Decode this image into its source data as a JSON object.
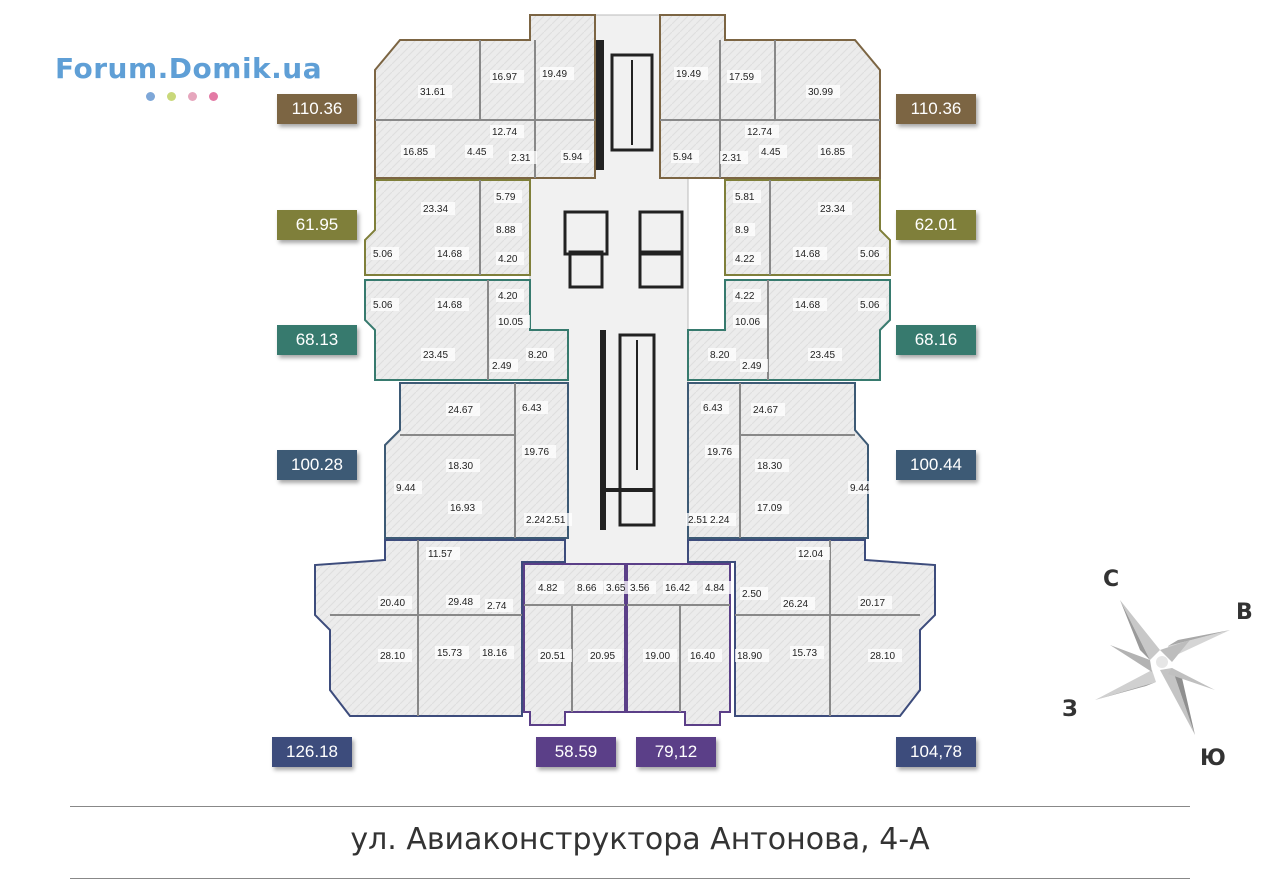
{
  "logo": {
    "text": "Forum.Domik.ua",
    "dots": [
      "#7ea7d8",
      "#c9d87a",
      "#e6a6bd",
      "#e37aa5"
    ]
  },
  "apartment_badges": [
    {
      "label": "110.36",
      "color": "#7c6543"
    },
    {
      "label": "110.36",
      "color": "#7c6543"
    },
    {
      "label": "61.95",
      "color": "#7f7f3a"
    },
    {
      "label": "62.01",
      "color": "#7f7f3a"
    },
    {
      "label": "68.13",
      "color": "#377a6e"
    },
    {
      "label": "68.16",
      "color": "#377a6e"
    },
    {
      "label": "100.28",
      "color": "#3d5a75"
    },
    {
      "label": "100.44",
      "color": "#3d5a75"
    },
    {
      "label": "126.18",
      "color": "#3d4c7c"
    },
    {
      "label": "58.59",
      "color": "#5b3f88"
    },
    {
      "label": "79,12",
      "color": "#5b3f88"
    },
    {
      "label": "104,78",
      "color": "#3d4c7c"
    }
  ],
  "rooms": [
    "31.61",
    "16.97",
    "19.49",
    "19.49",
    "17.59",
    "30.99",
    "12.74",
    "12.74",
    "16.85",
    "4.45",
    "2.31",
    "5.94",
    "5.94",
    "2.31",
    "4.45",
    "16.85",
    "23.34",
    "5.79",
    "5.81",
    "23.34",
    "8.88",
    "8.9",
    "5.06",
    "14.68",
    "4.20",
    "4.22",
    "14.68",
    "5.06",
    "4.20",
    "4.22",
    "5.06",
    "14.68",
    "14.68",
    "5.06",
    "10.05",
    "10.06",
    "23.45",
    "8.20",
    "8.20",
    "2.49",
    "2.49",
    "23.45",
    "24.67",
    "6.43",
    "6.43",
    "24.67",
    "18.30",
    "19.76",
    "19.76",
    "18.30",
    "9.44",
    "9.44",
    "16.93",
    "17.09",
    "2.24",
    "2.51",
    "2.51",
    "2.24",
    "11.57",
    "12.04",
    "20.40",
    "29.48",
    "2.74",
    "4.82",
    "8.66",
    "3.65",
    "3.56",
    "16.42",
    "4.84",
    "2.50",
    "26.24",
    "20.17",
    "28.10",
    "15.73",
    "18.16",
    "20.51",
    "20.95",
    "19.00",
    "16.40",
    "18.90",
    "15.73",
    "28.10"
  ],
  "compass": {
    "north": "С",
    "east": "В",
    "west": "З",
    "south": "Ю"
  },
  "address": "ул. Авиаконструктора Антонова, 4-А"
}
